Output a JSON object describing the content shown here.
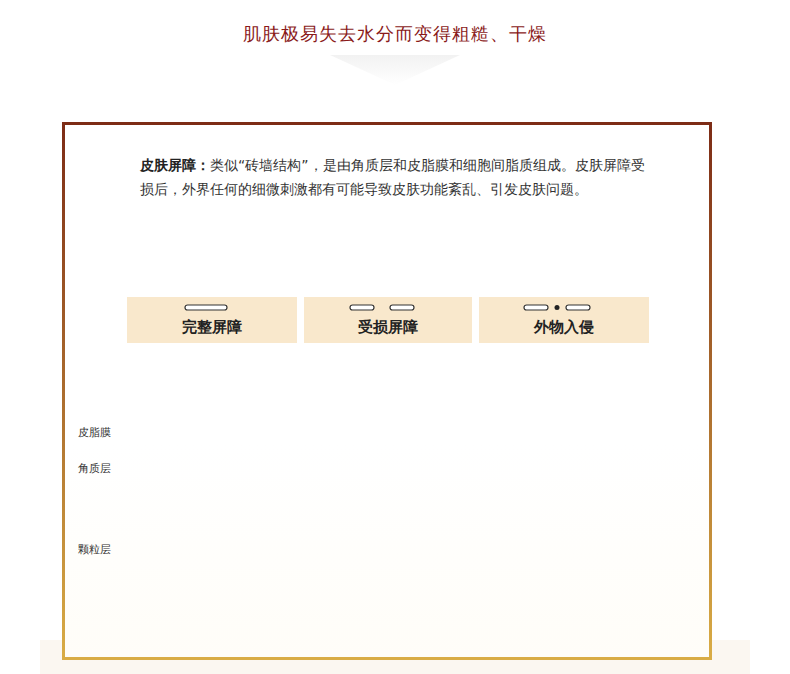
{
  "diagram": {
    "title": "肌肤极易失去水分而变得粗糙、干燥",
    "nodes": [
      {
        "text": [
          "皮肤屏障：",
          "类似“砖墙结构”，是由角质层和皮脂膜和细胞间脂质组成。皮肤屏障受损后，外界任何的细微刺激都有可能导致皮肤功能紊乱、引发皮肤问题。"
        ]
      },
      {
        "text": [
          "完整屏障"
        ],
        "in": 0
      },
      {
        "text": [
          "受损屏障"
        ],
        "in": 0
      },
      {
        "text": [
          "外物入侵"
        ],
        "in": 0
      }
    ],
    "labels": [
      "皮脂膜",
      "角质层",
      "颗粒层"
    ]
  }
}
